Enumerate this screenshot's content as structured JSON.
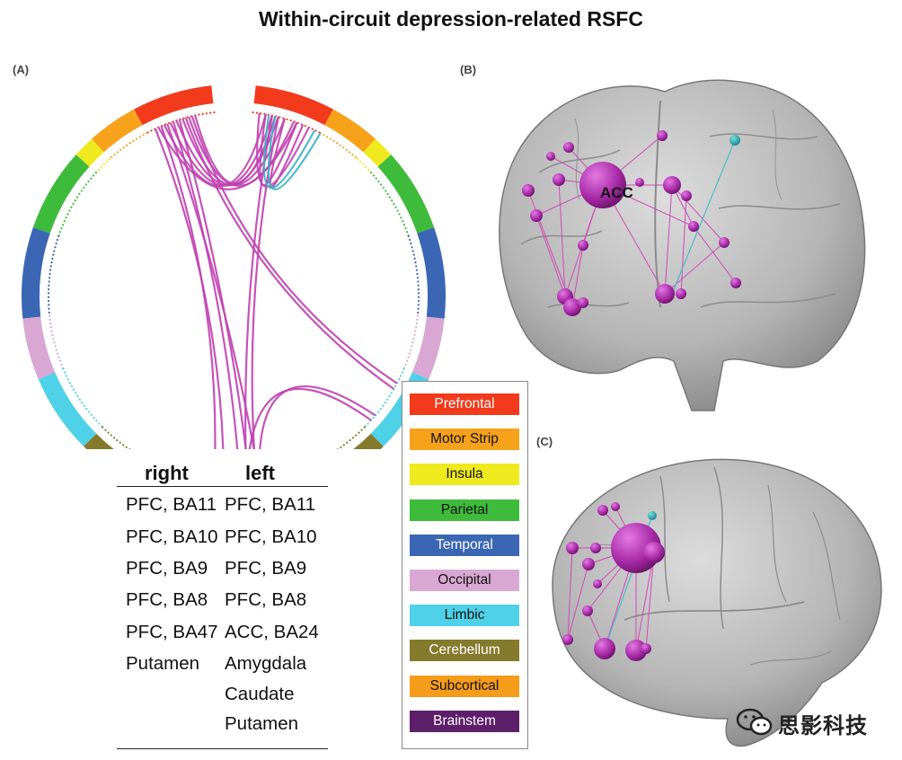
{
  "title": "Within-circuit depression-related RSFC",
  "panels": {
    "a": "(A)",
    "b": "(B)",
    "c": "(C)"
  },
  "legend": [
    {
      "label": "Prefrontal",
      "color": "#f23a1c",
      "text_color": "#ffffff"
    },
    {
      "label": "Motor Strip",
      "color": "#f7a21b",
      "text_color": "#111111"
    },
    {
      "label": "Insula",
      "color": "#eeea1e",
      "text_color": "#111111"
    },
    {
      "label": "Parietal",
      "color": "#3ebb3b",
      "text_color": "#111111"
    },
    {
      "label": "Temporal",
      "color": "#3a66b4",
      "text_color": "#ffffff"
    },
    {
      "label": "Occipital",
      "color": "#d9a7d3",
      "text_color": "#111111"
    },
    {
      "label": "Limbic",
      "color": "#4fd1e8",
      "text_color": "#111111"
    },
    {
      "label": "Cerebellum",
      "color": "#857a2b",
      "text_color": "#ffffff"
    },
    {
      "label": "Subcortical",
      "color": "#f59c1a",
      "text_color": "#111111"
    },
    {
      "label": "Brainstem",
      "color": "#5e1f6a",
      "text_color": "#ffffff"
    }
  ],
  "table": {
    "headers": {
      "right": "right",
      "left": "left"
    },
    "right": [
      "PFC, BA11",
      "PFC, BA10",
      "PFC, BA9",
      "PFC, BA8",
      "PFC, BA47",
      "Putamen"
    ],
    "left": [
      "PFC, BA11",
      "PFC, BA10",
      "PFC, BA9",
      "PFC, BA8",
      "ACC, BA24",
      "Amygdala",
      "Caudate",
      "Putamen"
    ]
  },
  "brain_b": {
    "node_label": "ACC"
  },
  "watermark": {
    "text": "思影科技",
    "icon": "wechat-logo-icon"
  },
  "colors": {
    "connection": "#c040b0",
    "connection_alt": "#3bb3c3",
    "node": "#b02ab0",
    "brain_gray": "#b8b8b8"
  }
}
